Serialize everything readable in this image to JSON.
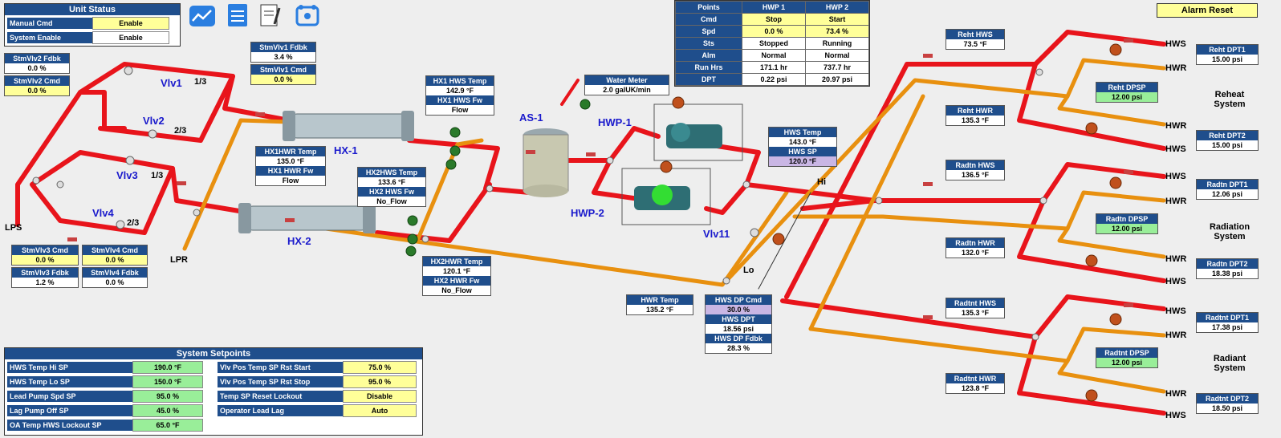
{
  "unit_status": {
    "title": "Unit Status",
    "rows": [
      {
        "label": "Manual Cmd",
        "value": "Enable"
      },
      {
        "label": "System Enable",
        "value": "Enable"
      }
    ]
  },
  "alarm_reset": "Alarm Reset",
  "toolbar": {
    "icons": [
      "trend-icon",
      "document-icon",
      "notes-icon",
      "schedule-icon"
    ]
  },
  "points_table": {
    "headers": [
      "Points",
      "HWP 1",
      "HWP 2"
    ],
    "rows": [
      {
        "label": "Cmd",
        "hwp1": "Stop",
        "hwp2": "Start"
      },
      {
        "label": "Spd",
        "hwp1": "0.0 %",
        "hwp2": "73.4 %"
      },
      {
        "label": "Sts",
        "hwp1": "Stopped",
        "hwp2": "Running"
      },
      {
        "label": "Alm",
        "hwp1": "Normal",
        "hwp2": "Normal"
      },
      {
        "label": "Run Hrs",
        "hwp1": "171.1 hr",
        "hwp2": "737.7 hr"
      },
      {
        "label": "DPT",
        "hwp1": "0.22 psi",
        "hwp2": "20.97 psi"
      }
    ]
  },
  "labels": {
    "vlv1": "Vlv1",
    "vlv1_frac": "1/3",
    "vlv2": "Vlv2",
    "vlv2_frac": "2/3",
    "vlv3": "Vlv3",
    "vlv3_frac": "1/3",
    "vlv4": "Vlv4",
    "vlv4_frac": "2/3",
    "hx1": "HX-1",
    "hx2": "HX-2",
    "as1": "AS-1",
    "hwp1": "HWP-1",
    "hwp2": "HWP-2",
    "vlv11": "Vlv11",
    "lps": "LPS",
    "lpr": "LPR",
    "hi": "Hi",
    "lo": "Lo",
    "hws": "HWS",
    "hwr": "HWR",
    "reheat": "Reheat\nSystem",
    "radiation": "Radiation\nSystem",
    "radiant": "Radiant\nSystem"
  },
  "boxes": {
    "stmvlv2_fdbk": {
      "label": "StmVlv2 Fdbk",
      "value": "0.0 %"
    },
    "stmvlv2_cmd": {
      "label": "StmVlv2 Cmd",
      "value": "0.0 %"
    },
    "stmvlv1_fdbk": {
      "label": "StmVlv1 Fdbk",
      "value": "3.4 %"
    },
    "stmvlv1_cmd": {
      "label": "StmVlv1 Cmd",
      "value": "0.0 %"
    },
    "stmvlv3_cmd": {
      "label": "StmVlv3 Cmd",
      "value": "0.0 %"
    },
    "stmvlv4_cmd": {
      "label": "StmVlv4 Cmd",
      "value": "0.0 %"
    },
    "stmvlv3_fdbk": {
      "label": "StmVlv3 Fdbk",
      "value": "1.2 %"
    },
    "stmvlv4_fdbk": {
      "label": "StmVlv4 Fdbk",
      "value": "0.0 %"
    },
    "hx1_hws_temp": {
      "label": "HX1 HWS Temp",
      "value": "142.9 °F"
    },
    "hx1_hws_fw": {
      "label": "HX1 HWS Fw",
      "value": "Flow"
    },
    "hx1hwr_temp": {
      "label": "HX1HWR Temp",
      "value": "135.0 °F"
    },
    "hx1_hwr_fw": {
      "label": "HX1 HWR Fw",
      "value": "Flow"
    },
    "hx2hws_temp": {
      "label": "HX2HWS Temp",
      "value": "133.6 °F"
    },
    "hx2_hws_fw": {
      "label": "HX2 HWS Fw",
      "value": "No_Flow"
    },
    "hx2hwr_temp": {
      "label": "HX2HWR Temp",
      "value": "120.1 °F"
    },
    "hx2_hwr_fw": {
      "label": "HX2 HWR Fw",
      "value": "No_Flow"
    },
    "water_meter": {
      "label": "Water Meter",
      "value": "2.0 galUK/min"
    },
    "hws_temp": {
      "label": "HWS Temp",
      "value": "143.0 °F"
    },
    "hws_sp": {
      "label": "HWS SP",
      "value": "120.0 °F"
    },
    "hwr_temp": {
      "label": "HWR Temp",
      "value": "135.2 °F"
    },
    "hws_dp_cmd": {
      "label": "HWS DP Cmd",
      "value": "30.0 %"
    },
    "hws_dpt": {
      "label": "HWS DPT",
      "value": "18.56 psi"
    },
    "hws_dp_fdbk": {
      "label": "HWS DP Fdbk",
      "value": "28.3 %"
    },
    "reht_hws": {
      "label": "Reht HWS",
      "value": "73.5 °F"
    },
    "reht_hwr": {
      "label": "Reht HWR",
      "value": "135.3 °F"
    },
    "radtn_hws": {
      "label": "Radtn HWS",
      "value": "136.5 °F"
    },
    "radtn_hwr": {
      "label": "Radtn HWR",
      "value": "132.0 °F"
    },
    "radtnt_hws": {
      "label": "Radtnt HWS",
      "value": "135.3 °F"
    },
    "radtnt_hwr": {
      "label": "Radtnt HWR",
      "value": "123.8 °F"
    },
    "reht_dpt1": {
      "label": "Reht DPT1",
      "value": "15.00 psi"
    },
    "reht_dpsp": {
      "label": "Reht DPSP",
      "value": "12.00 psi"
    },
    "reht_dpt2": {
      "label": "Reht DPT2",
      "value": "15.00 psi"
    },
    "radtn_dpt1": {
      "label": "Radtn DPT1",
      "value": "12.06 psi"
    },
    "radtn_dpsp": {
      "label": "Radtn DPSP",
      "value": "12.00 psi"
    },
    "radtn_dpt2": {
      "label": "Radtn DPT2",
      "value": "18.38 psi"
    },
    "radtnt_dpt1": {
      "label": "Radtnt DPT1",
      "value": "17.38 psi"
    },
    "radtnt_dpsp": {
      "label": "Radtnt DPSP",
      "value": "12.00 psi"
    },
    "radtnt_dpt2": {
      "label": "Radtnt DPT2",
      "value": "18.50 psi"
    }
  },
  "setpoints": {
    "title": "System Setpoints",
    "left": [
      {
        "label": "HWS Temp Hi SP",
        "value": "190.0 °F"
      },
      {
        "label": "HWS Temp Lo SP",
        "value": "150.0 °F"
      },
      {
        "label": "Lead Pump Spd SP",
        "value": "95.0 %"
      },
      {
        "label": "Lag Pump Off SP",
        "value": "45.0 %"
      },
      {
        "label": "OA Temp HWS Lockout SP",
        "value": "65.0 °F"
      }
    ],
    "right": [
      {
        "label": "Vlv Pos Temp SP Rst Start",
        "value": "75.0 %"
      },
      {
        "label": "Vlv Pos Temp SP Rst Stop",
        "value": "95.0 %"
      },
      {
        "label": "Temp SP Reset Lockout",
        "value": "Disable"
      },
      {
        "label": "Operator Lead Lag",
        "value": "Auto"
      }
    ]
  },
  "colors": {
    "supply": "#e8141b",
    "return": "#e8900f",
    "header": "#1f4e8c",
    "input": "#ffff99",
    "setpoint": "#99ee99"
  }
}
